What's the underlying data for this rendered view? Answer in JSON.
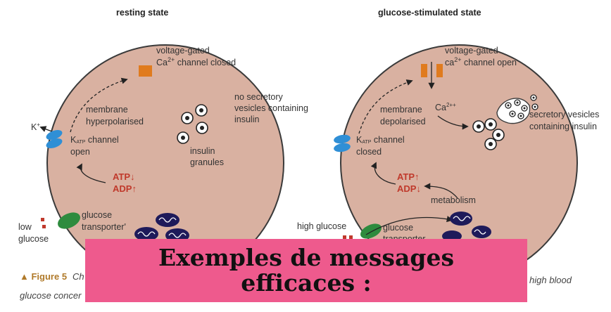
{
  "left_panel": {
    "title": "resting state",
    "channel_label_1": "voltage-gated",
    "channel_label_2": "Ca",
    "channel_label_sup": "2+",
    "channel_label_3": " channel closed",
    "membrane_1": "membrane",
    "membrane_2": "hyperpolarised",
    "k_ion": "K",
    "k_sup": "+",
    "katp_1": "K",
    "katp_sub": "ATP",
    "katp_2": " channel",
    "katp_3": "open",
    "no_vesicles_1": "no secretory",
    "no_vesicles_2": "vesicles containing",
    "no_vesicles_3": "insulin",
    "granules_1": "insulin",
    "granules_2": "granules",
    "atp": "ATP↓",
    "adp": "ADP↑",
    "glucose_1": "glucose",
    "glucose_2": "transporter'",
    "low_1": "low",
    "low_2": "glucose"
  },
  "right_panel": {
    "title": "glucose-stimulated state",
    "channel_label_1": "voltage-gated",
    "channel_label_2": "ca",
    "channel_label_sup": "2+",
    "channel_label_3": " channel open",
    "ca": "Ca",
    "ca_sup": "2++",
    "membrane_1": "membrane",
    "membrane_2": "depolarised",
    "katp_1": "K",
    "katp_sub": "ATP",
    "katp_2": " channel",
    "katp_3": "closed",
    "secretory_1": "secretory vesicles",
    "secretory_2": "containing insulin",
    "atp": "ATP↑",
    "adp": "ADP↓",
    "metabolism": "metabolism",
    "high_glucose": "high glucose",
    "glucose_1": "glucose",
    "glucose_2": "transporter"
  },
  "caption": {
    "figure": "▲ Figure 5",
    "figure_tail": "Ch",
    "line2": "glucose concer",
    "right_tail": "high blood"
  },
  "banner": {
    "text": "Exemples de messages efficaces :"
  },
  "colors": {
    "cell": "#d9b1a1",
    "cell_border": "#3a3a3a",
    "channel": "#e07b1e",
    "katp": "#2f8fd6",
    "transporter": "#2e8b3e",
    "mitochondria": "#1e1a5a",
    "banner": "#ee5a8d",
    "arrow_red": "#c0392b"
  }
}
